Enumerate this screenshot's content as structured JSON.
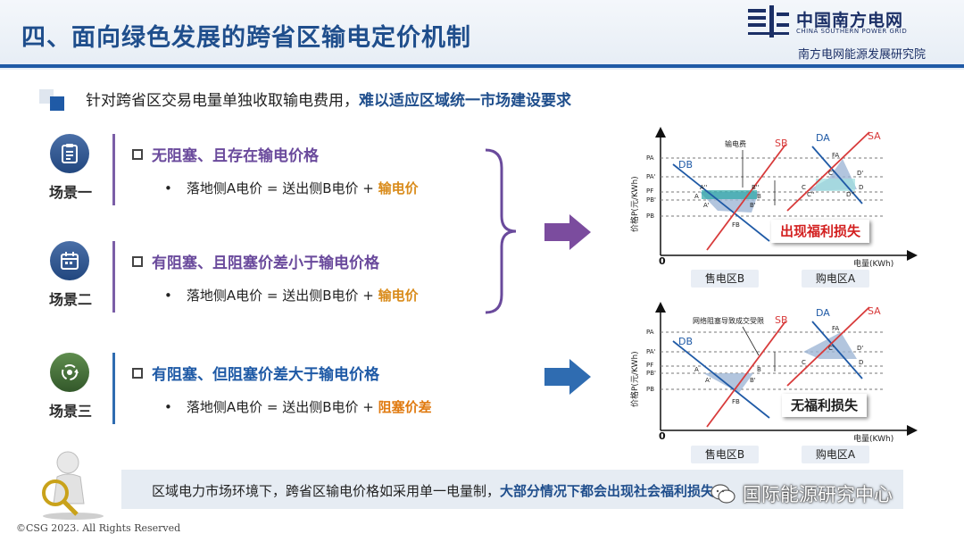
{
  "header": {
    "title": "四、面向绿色发展的跨省区输电定价机制",
    "logo_cn": "中国南方电网",
    "logo_en": "CHINA SOUTHERN POWER GRID",
    "institute": "南方电网能源发展研究院"
  },
  "subtitle": {
    "text": "针对跨省区交易电量单独收取输电费用，",
    "emphasis": "难以适应区域统一市场建设要求"
  },
  "scenes": [
    {
      "name": "场景一",
      "heading": "无阻塞、且存在输电价格",
      "formula_prefix": "落地侧A电价 = 送出侧B电价 + ",
      "formula_highlight": "输电价"
    },
    {
      "name": "场景二",
      "heading": "有阻塞、且阻塞价差小于输电价格",
      "formula_prefix": "落地侧A电价 = 送出侧B电价 + ",
      "formula_highlight": "输电价"
    },
    {
      "name": "场景三",
      "heading": "有阻塞、但阻塞价差大于输电价格",
      "formula_prefix": "落地侧A电价 = 送出侧B电价 + ",
      "formula_highlight": "阻塞价差"
    }
  ],
  "charts": [
    {
      "ylabel": "价格P(元/KWh)",
      "xlabel": "电量(KWh)",
      "origin": "0",
      "annotation": "输电费",
      "curve_labels": [
        "DB",
        "SB",
        "DA",
        "SA"
      ],
      "price_labels": [
        "PA",
        "PA'",
        "PF",
        "PB'",
        "PB"
      ],
      "point_labels": [
        "A''",
        "B''",
        "A",
        "A'",
        "B",
        "B'",
        "FB",
        "FA",
        "C'",
        "D'",
        "C",
        "D",
        "C''",
        "D''"
      ],
      "loss_label": "出现福利损失",
      "region_b": "售电区B",
      "region_a": "购电区A"
    },
    {
      "ylabel": "价格P(元/KWh)",
      "xlabel": "电量(KWh)",
      "origin": "0",
      "annotation": "网络阻塞导致成交受限",
      "curve_labels": [
        "DB",
        "SB",
        "DA",
        "SA"
      ],
      "price_labels": [
        "PA",
        "PA'",
        "PF",
        "PB'",
        "PB"
      ],
      "point_labels": [
        "A",
        "A'",
        "B",
        "B'",
        "FB",
        "FA",
        "C'",
        "D'",
        "C",
        "D"
      ],
      "loss_label": "无福利损失",
      "region_b": "售电区B",
      "region_a": "购电区A"
    }
  ],
  "conclusion": {
    "text": "区域电力市场环境下，跨省区输电价格如采用单一电量制，",
    "emphasis": "大部分情况下都会出现社会福利损失"
  },
  "watermark": "国际能源研究中心",
  "footer": "©CSG 2023. All Rights Reserved",
  "colors": {
    "title_blue": "#1f4e8c",
    "accent_blue": "#1f5aa6",
    "scene_purple": "#6a4a9c",
    "highlight_orange": "#d98b1a",
    "loss_red": "#d31f1f"
  },
  "icons": {
    "scene1": "clipboard-icon",
    "scene2": "calendar-icon",
    "scene3": "cycle-icon"
  }
}
